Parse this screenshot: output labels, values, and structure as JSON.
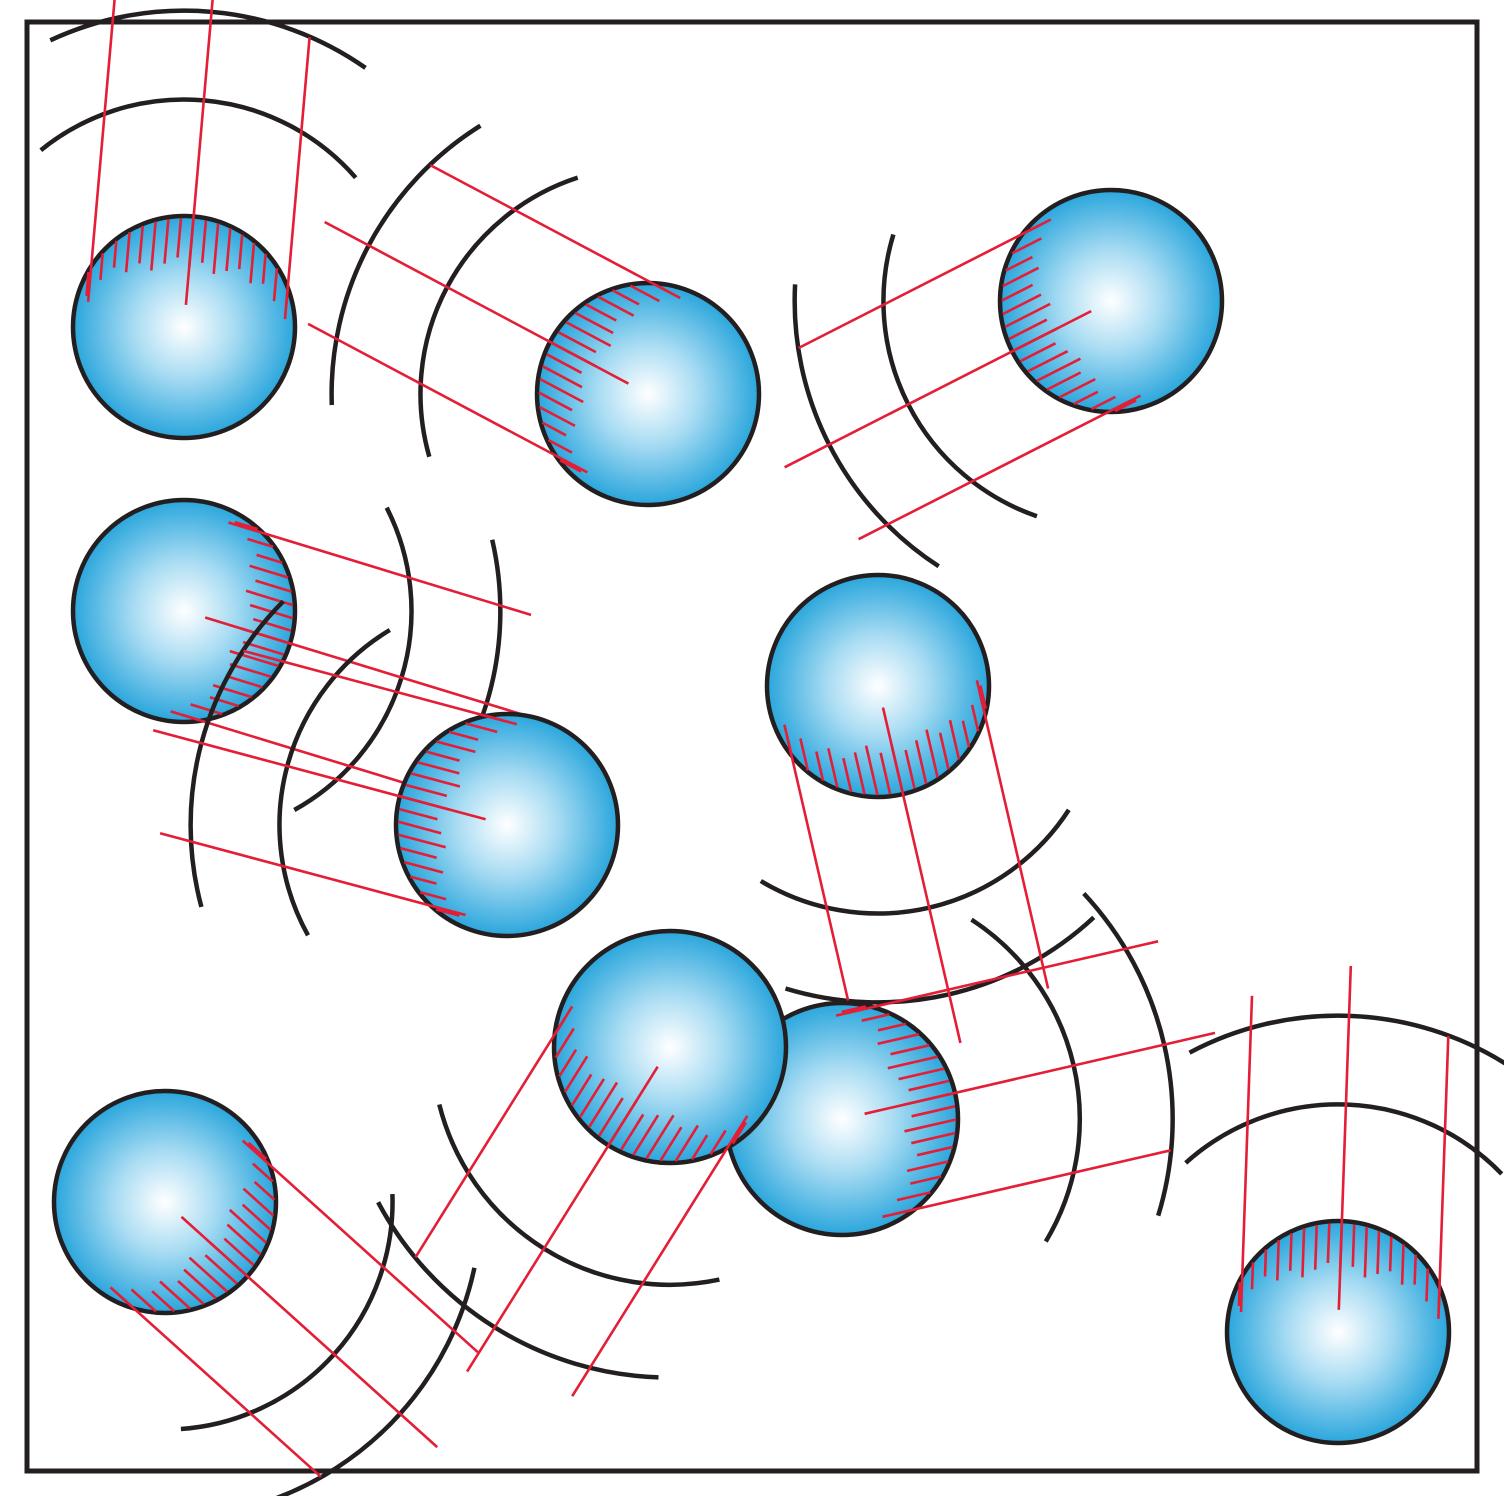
{
  "diagram": {
    "colors": {
      "outline": "#231f20",
      "motion_lines": "#e31e36",
      "sphere_center": "#ffffff",
      "sphere_edge": "#2aa6dc",
      "background": "#ffffff"
    },
    "particles": [
      {
        "id": "particle-1",
        "motion": "up"
      },
      {
        "id": "particle-2",
        "motion": "up-left"
      },
      {
        "id": "particle-3",
        "motion": "down-left"
      },
      {
        "id": "particle-4",
        "motion": "right"
      },
      {
        "id": "particle-5",
        "motion": "left"
      },
      {
        "id": "particle-6",
        "motion": "down"
      },
      {
        "id": "particle-7",
        "motion": "down-left"
      },
      {
        "id": "particle-8",
        "motion": "right"
      },
      {
        "id": "particle-9",
        "motion": "down-right"
      },
      {
        "id": "particle-10",
        "motion": "up"
      }
    ]
  }
}
